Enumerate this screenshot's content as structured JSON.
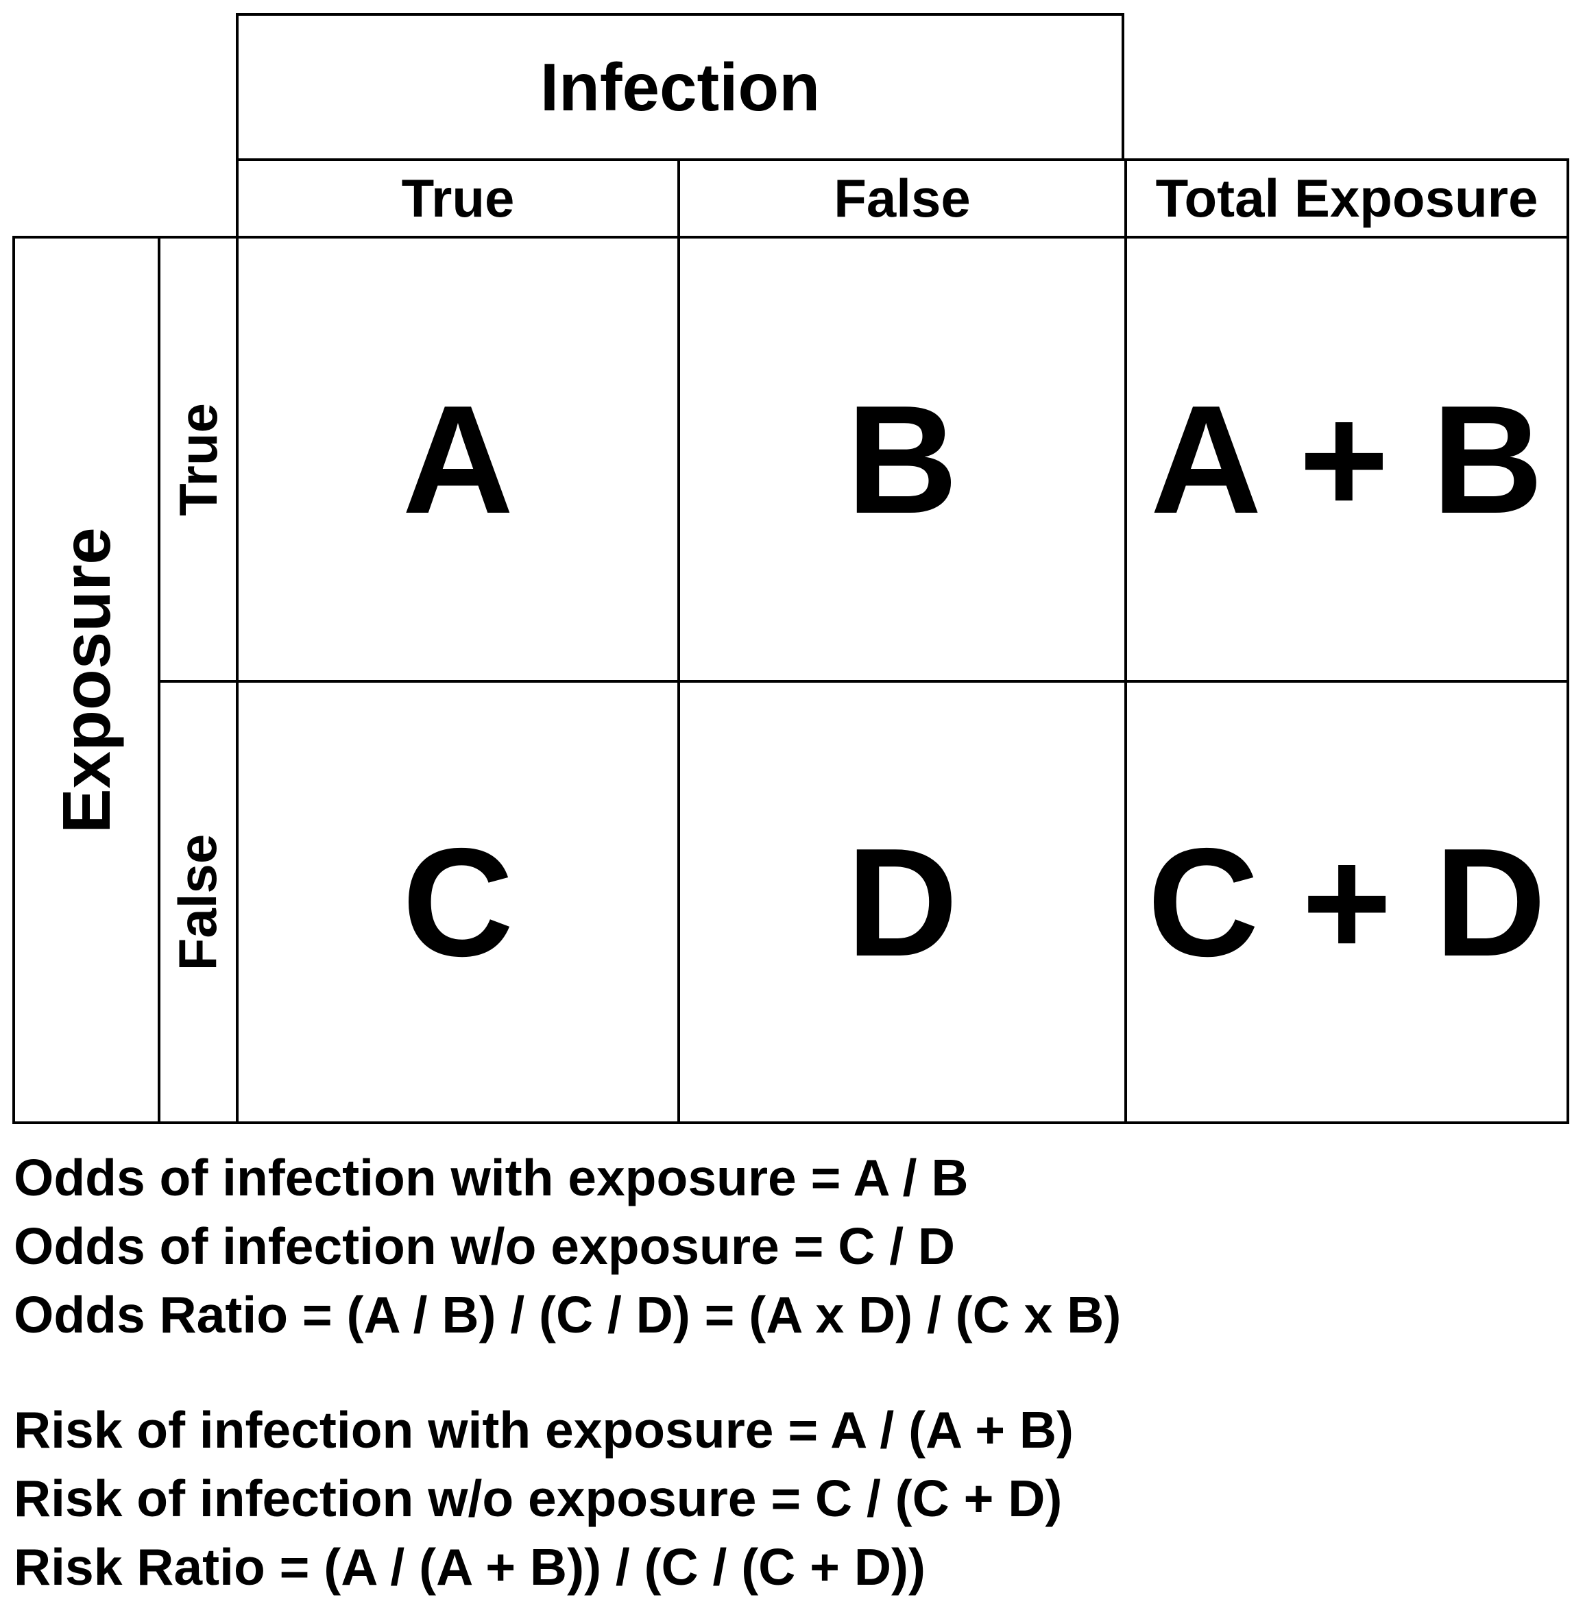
{
  "table": {
    "column_group_header": "Infection",
    "row_group_header": "Exposure",
    "column_headers": [
      "True",
      "False",
      "Total Exposure"
    ],
    "row_headers": [
      "True",
      "False"
    ],
    "cells": [
      [
        "A",
        "B",
        "A + B"
      ],
      [
        "C",
        "D",
        "C + D"
      ]
    ]
  },
  "formulas": {
    "odds": [
      "Odds of infection with exposure = A / B",
      "Odds of infection w/o exposure = C / D",
      "Odds Ratio = (A / B) / (C / D) = (A x D) / (C x B)"
    ],
    "risk": [
      "Risk of infection with exposure = A / (A + B)",
      "Risk of infection w/o exposure = C / (C + D)",
      "Risk Ratio = (A / (A + B)) / (C / (C + D))"
    ]
  }
}
